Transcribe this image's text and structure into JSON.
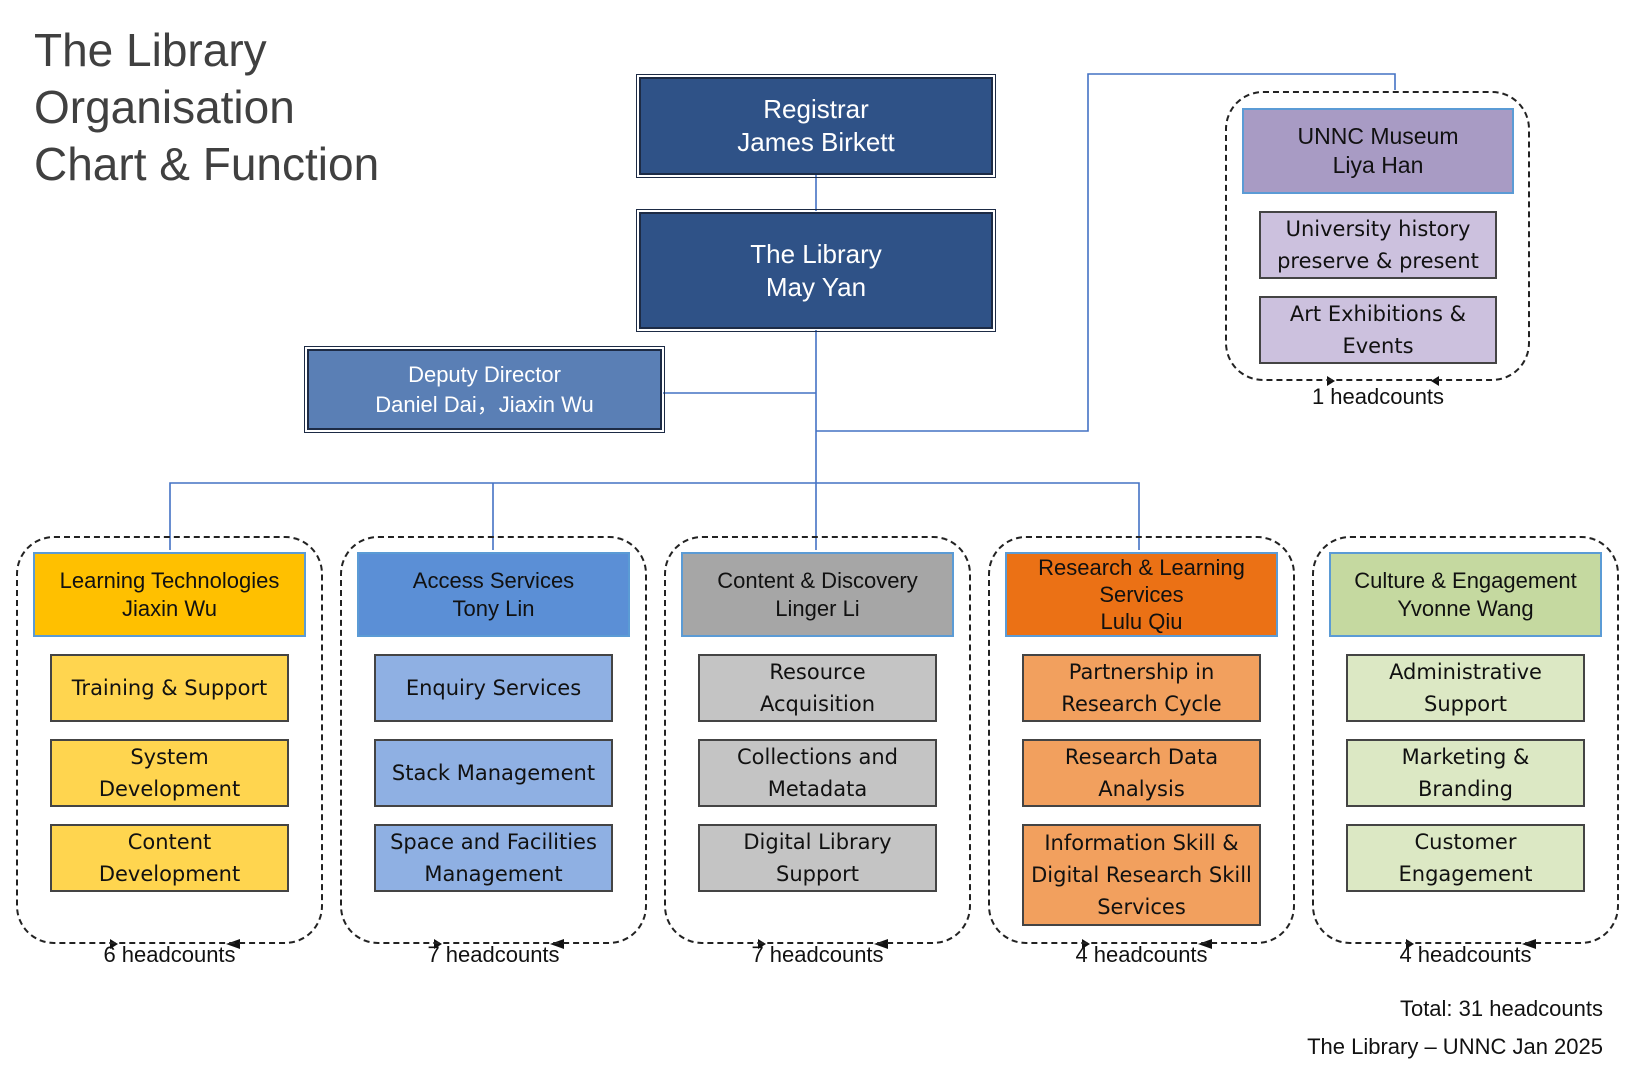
{
  "title": [
    "The Library",
    "Organisation",
    "Chart & Function"
  ],
  "registrar": {
    "role": "Registrar",
    "name": "James Birkett"
  },
  "library": {
    "role": "The Library",
    "name": "May Yan"
  },
  "deputy": {
    "role": "Deputy Director",
    "name": "Daniel Dai，Jiaxin Wu"
  },
  "museum": {
    "role": "UNNC Museum",
    "name": "Liya Han",
    "functions": [
      [
        "University history",
        "preserve & present"
      ],
      [
        "Art Exhibitions &",
        "Events"
      ]
    ],
    "headcount": "1 headcounts"
  },
  "departments": [
    {
      "title": [
        "Learning Technologies",
        "Jiaxin Wu"
      ],
      "functions": [
        [
          "Training & Support"
        ],
        [
          "System",
          "Development"
        ],
        [
          "Content",
          "Development"
        ]
      ],
      "headcount": "6 headcounts"
    },
    {
      "title": [
        "Access Services",
        "Tony Lin"
      ],
      "functions": [
        [
          "Enquiry Services"
        ],
        [
          "Stack  Management"
        ],
        [
          "Space and Facilities",
          "Management"
        ]
      ],
      "headcount": "7 headcounts"
    },
    {
      "title": [
        "Content & Discovery",
        "Linger Li"
      ],
      "functions": [
        [
          "Resource",
          "Acquisition"
        ],
        [
          "Collections and",
          "Metadata"
        ],
        [
          "Digital Library",
          "Support"
        ]
      ],
      "headcount": "7 headcounts"
    },
    {
      "title": [
        "Research & Learning",
        "Services",
        "Lulu Qiu"
      ],
      "functions": [
        [
          "Partnership in",
          "Research Cycle"
        ],
        [
          "Research Data",
          "Analysis"
        ],
        [
          "Information Skill &",
          "Digital Research Skill",
          "Services"
        ]
      ],
      "headcount": "4 headcounts"
    },
    {
      "title": [
        "Culture & Engagement",
        "Yvonne Wang"
      ],
      "functions": [
        [
          "Administrative",
          "Support"
        ],
        [
          "Marketing &",
          "Branding"
        ],
        [
          "Customer",
          "Engagement"
        ]
      ],
      "headcount": "4 headcounts"
    }
  ],
  "total": "Total: 31 headcounts",
  "footer": "The Library – UNNC Jan 2025",
  "colors": {
    "executive": "#2f5287",
    "deputy": "#5a7fb5",
    "connector": "#4472c4",
    "museum_header": "#a89bc4",
    "museum_function": "#ccc1de",
    "learning_header": "#ffc000",
    "learning_function": "#ffd54f",
    "access_header": "#5b8fd6",
    "access_function": "#8fb0e3",
    "content_header": "#a6a6a6",
    "content_function": "#c4c4c4",
    "research_header": "#eb7115",
    "research_function": "#f2a05e",
    "culture_header": "#c5d9a0",
    "culture_function": "#dce8c4"
  }
}
